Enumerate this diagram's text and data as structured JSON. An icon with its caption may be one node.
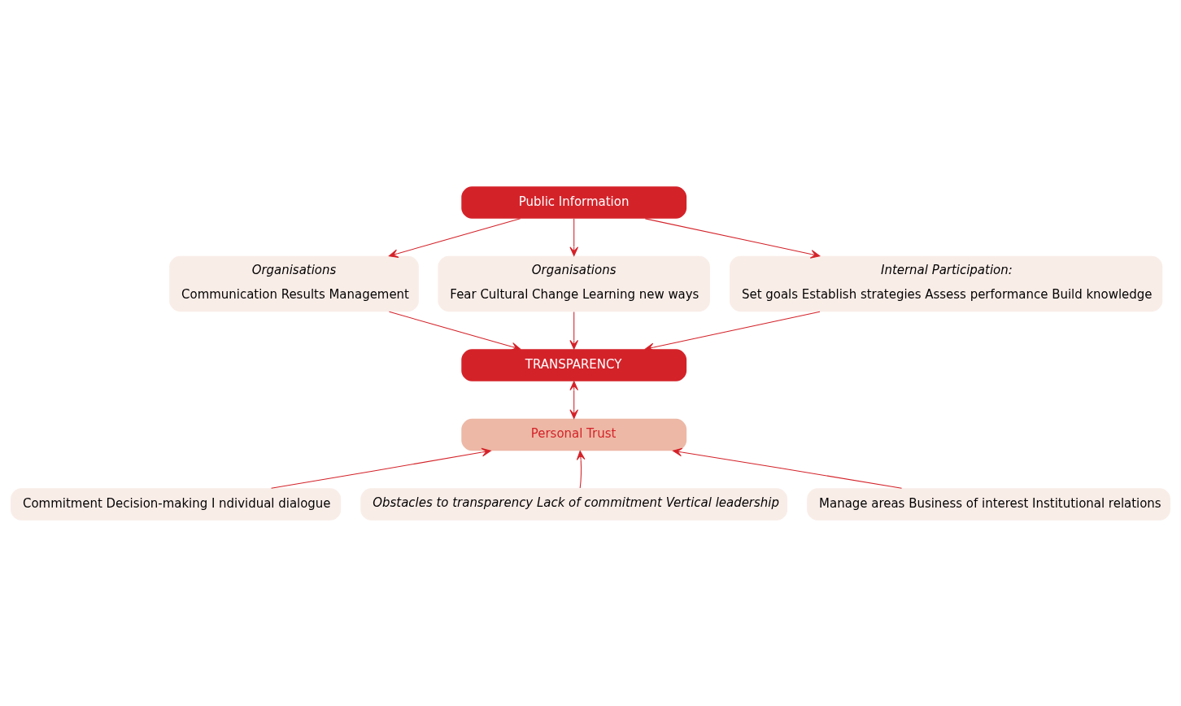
{
  "diagram": {
    "nodes": [
      {
        "text": [
          "Public Information"
        ]
      },
      {
        "text": [
          "Organisations",
          "Communication Results Management"
        ]
      },
      {
        "text": [
          "Organisations",
          "Fear Cultural Change Learning new ways"
        ]
      },
      {
        "text": [
          "Internal Participation:",
          "Set goals Establish strategies Assess performance Build knowledge"
        ]
      },
      {
        "text": [
          "TRANSPARENCY"
        ]
      },
      {
        "text": [
          "Personal Trust"
        ]
      },
      {
        "text": [
          "Commitment Decision-making I ndividual dialogue"
        ]
      },
      {
        "text": [
          "Obstacles to transparency Lack of commitment Vertical leadership"
        ]
      },
      {
        "text": [
          "Manage areas Business of interest Institutional relations"
        ]
      }
    ],
    "edges": [
      {
        "from": 0,
        "to": 1,
        "arrow": "to"
      },
      {
        "from": 0,
        "to": 2,
        "arrow": "to"
      },
      {
        "from": 0,
        "to": 3,
        "arrow": "to"
      },
      {
        "from": 1,
        "to": 4,
        "arrow": "to"
      },
      {
        "from": 2,
        "to": 4,
        "arrow": "to"
      },
      {
        "from": 3,
        "to": 4,
        "arrow": "to"
      },
      {
        "from": 4,
        "to": 5,
        "arrow": "both"
      },
      {
        "from": 6,
        "to": 5,
        "arrow": "to"
      },
      {
        "from": 7,
        "to": 5,
        "arrow": "to"
      },
      {
        "from": 8,
        "to": 5,
        "arrow": "to"
      }
    ]
  }
}
